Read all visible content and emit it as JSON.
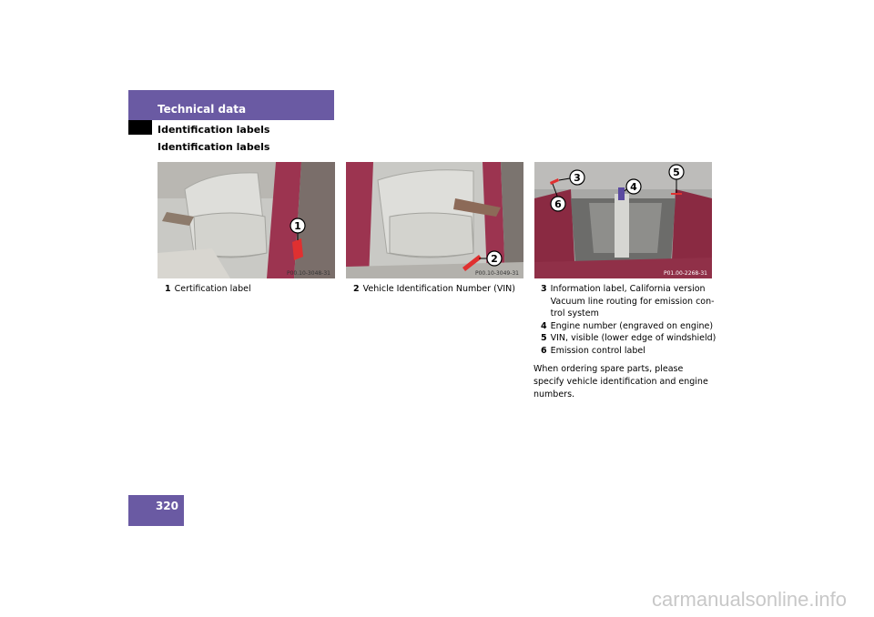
{
  "header": {
    "title": "Technical data",
    "subsection": "Identification labels"
  },
  "section_title": "Identification labels",
  "photos": [
    {
      "code": "P00.10-3048-31",
      "callout": "1"
    },
    {
      "code": "P00.10-3049-31",
      "callout": "2"
    },
    {
      "code": "P01.00-2268-31",
      "callouts": [
        "3",
        "4",
        "5",
        "6"
      ]
    }
  ],
  "captions": {
    "c1": {
      "num": "1",
      "text": "Certification label"
    },
    "c2": {
      "num": "2",
      "text": "Vehicle Identification Number (VIN)"
    },
    "c3": {
      "num": "3",
      "line1": "Information label, California version",
      "line2": "Vacuum line routing for emission con-",
      "line3": "trol system"
    },
    "c4": {
      "num": "4",
      "text": "Engine number (engraved on engine)"
    },
    "c5": {
      "num": "5",
      "text": "VIN, visible (lower edge of windshield)"
    },
    "c6": {
      "num": "6",
      "text": "Emission control label"
    }
  },
  "note": "When ordering spare parts, please specify vehicle identification and engine numbers.",
  "page_number": "320",
  "footer": "carmanualsonline.info",
  "colors": {
    "header": "#6a5aa3",
    "callout_red": "#e03030"
  }
}
